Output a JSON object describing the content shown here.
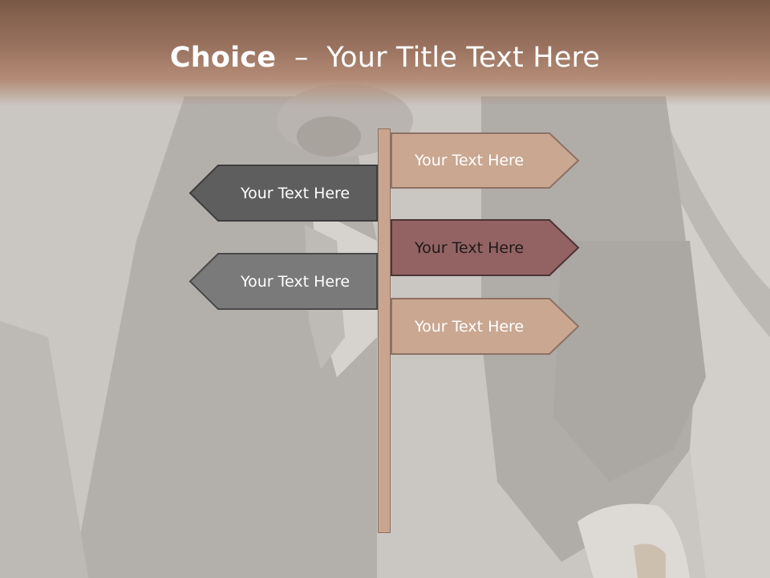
{
  "title": {
    "bold": "Choice",
    "separator": "–",
    "rest": "Your Title Text Here"
  },
  "signs": {
    "right_top": {
      "label": "Your Text Here",
      "fill": "#caa791",
      "text_color": "#ffffff"
    },
    "right_middle": {
      "label": "Your Text Here",
      "fill": "#936363",
      "text_color": "#1f1a1a"
    },
    "right_bottom": {
      "label": "Your Text Here",
      "fill": "#caa791",
      "text_color": "#ffffff"
    },
    "left_top": {
      "label": "Your Text Here",
      "fill": "#5f5e5e",
      "text_color": "#ffffff"
    },
    "left_bottom": {
      "label": "Your Text Here",
      "fill": "#7b7a7a",
      "text_color": "#ffffff"
    }
  },
  "colors": {
    "title_band": "#8f6a57",
    "post": "#c9a58f",
    "background": "#c9c5c1"
  }
}
